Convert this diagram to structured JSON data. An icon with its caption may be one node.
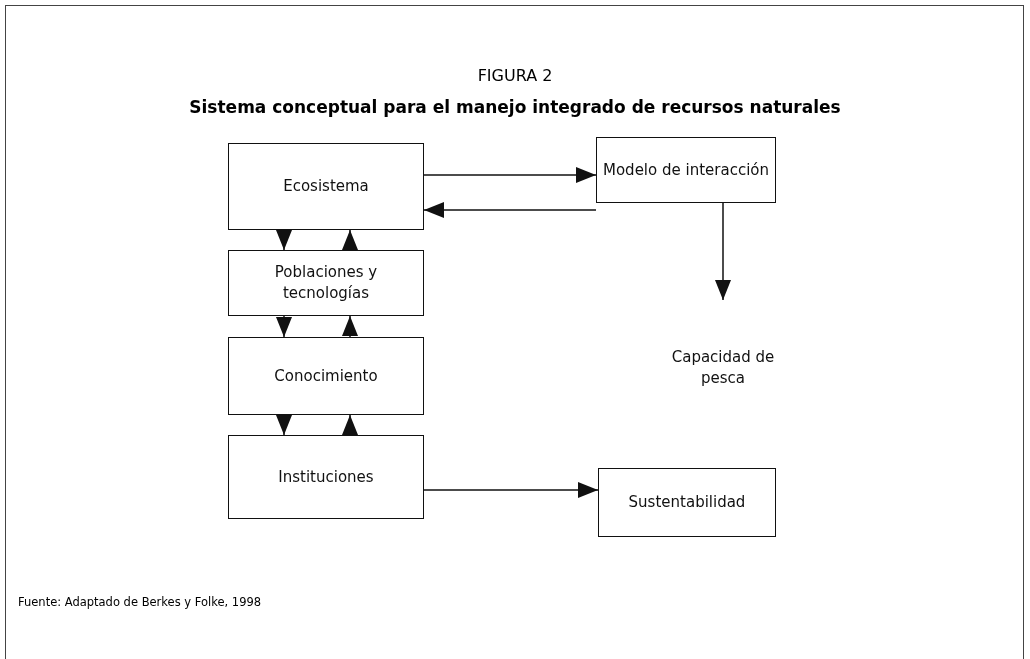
{
  "diagram": {
    "title": "Sistema conceptual para el manejo integrado de recursos naturales",
    "labels": [
      "FIGURA 2"
    ],
    "caption": "Fuente: Adaptado de Berkes y Folke, 1998",
    "nodes": [
      {
        "text": [
          "Ecosistema"
        ]
      },
      {
        "text": [
          "Modelo de interacción"
        ]
      },
      {
        "text": [
          "Poblaciones y tecnologías"
        ]
      },
      {
        "text": [
          "Conocimiento"
        ]
      },
      {
        "text": [
          "Instituciones"
        ]
      },
      {
        "text": [
          "Capacidad de pesca"
        ]
      },
      {
        "text": [
          "Sustentabilidad"
        ]
      }
    ],
    "edges": [
      {
        "from": 0,
        "to": 1,
        "arrow": "to"
      },
      {
        "from": 1,
        "to": 0,
        "arrow": "to"
      },
      {
        "from": 0,
        "to": 2,
        "arrow": "to"
      },
      {
        "from": 2,
        "to": 0,
        "arrow": "to"
      },
      {
        "from": 2,
        "to": 3,
        "arrow": "to"
      },
      {
        "from": 3,
        "to": 2,
        "arrow": "to"
      },
      {
        "from": 3,
        "to": 4,
        "arrow": "to"
      },
      {
        "from": 4,
        "to": 3,
        "arrow": "to"
      },
      {
        "from": 1,
        "to": 5,
        "arrow": "to"
      },
      {
        "from": 4,
        "to": 6,
        "arrow": "to"
      }
    ]
  }
}
